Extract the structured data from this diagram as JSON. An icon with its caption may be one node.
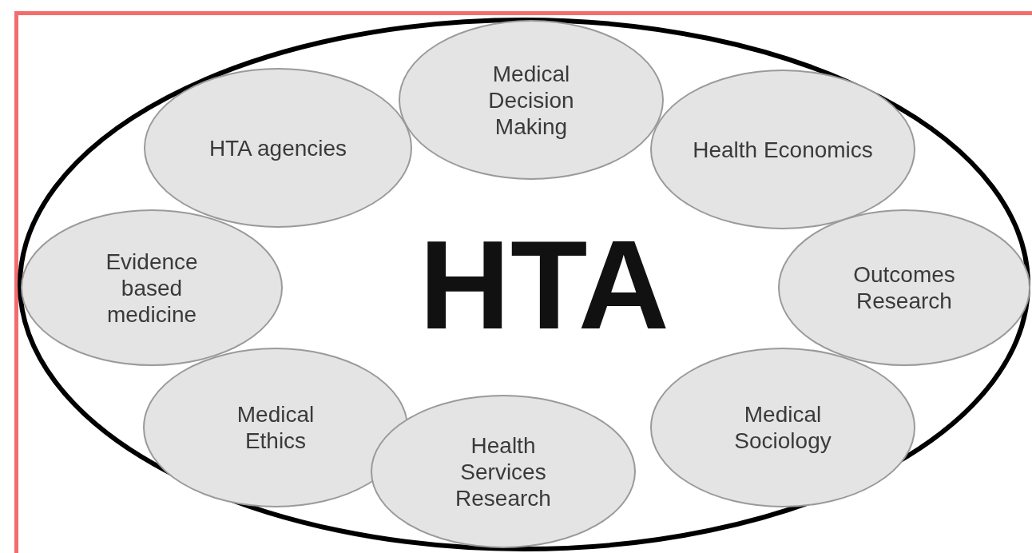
{
  "diagram": {
    "nodes": [
      {
        "text": [
          "HTA"
        ]
      },
      {
        "text": [
          "Medical Decision Making"
        ],
        "in": 0
      },
      {
        "text": [
          "HTA agencies"
        ],
        "in": 0
      },
      {
        "text": [
          "Health Economics"
        ],
        "in": 0
      },
      {
        "text": [
          "Evidence based medicine"
        ],
        "in": 0
      },
      {
        "text": [
          "Outcomes Research"
        ],
        "in": 0
      },
      {
        "text": [
          "Medical Ethics"
        ],
        "in": 0
      },
      {
        "text": [
          "Medical Sociology"
        ],
        "in": 0
      },
      {
        "text": [
          "Health Services Research"
        ],
        "in": 0
      }
    ]
  }
}
